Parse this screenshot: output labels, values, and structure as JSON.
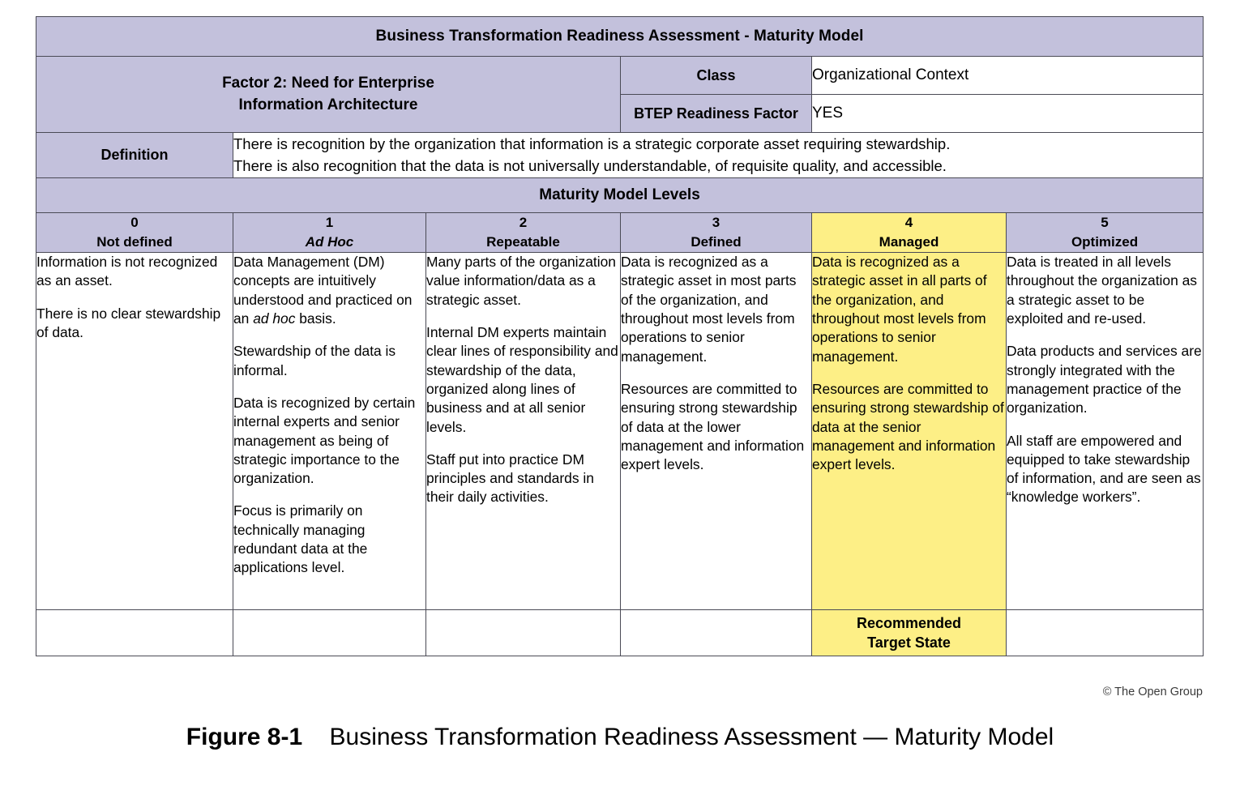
{
  "table": {
    "title": "Business Transformation Readiness Assessment - Maturity Model",
    "factor_title": "Factor 2: Need for Enterprise Information Architecture",
    "factor_title_line1": "Factor 2: Need for Enterprise",
    "factor_title_line2": "Information Architecture",
    "class_label": "Class",
    "class_value": "Organizational Context",
    "btep_label": "BTEP Readiness Factor",
    "btep_value": "YES",
    "definition_label": "Definition",
    "definition_line1": "There is recognition by the organization that information is a strategic corporate asset requiring stewardship.",
    "definition_line2": "There is also recognition that the data is not universally understandable, of requisite quality, and accessible.",
    "levels_banner": "Maturity Model Levels",
    "levels": [
      {
        "number": "0",
        "name": "Not defined",
        "italic": false,
        "highlighted": false
      },
      {
        "number": "1",
        "name": "Ad Hoc",
        "italic": true,
        "highlighted": false
      },
      {
        "number": "2",
        "name": "Repeatable",
        "italic": false,
        "highlighted": false
      },
      {
        "number": "3",
        "name": "Defined",
        "italic": false,
        "highlighted": false
      },
      {
        "number": "4",
        "name": "Managed",
        "italic": false,
        "highlighted": true
      },
      {
        "number": "5",
        "name": "Optimized",
        "italic": false,
        "highlighted": false
      }
    ],
    "descriptions": [
      {
        "level": "0",
        "highlighted": false,
        "paragraphs": [
          "Information is not recognized as an asset.",
          "There is no clear stewardship of data."
        ]
      },
      {
        "level": "1",
        "highlighted": false,
        "paragraphs": [
          "Data Management (DM) concepts are intuitively understood and practiced on an ad hoc basis.",
          "Stewardship of the data is informal.",
          "Data is recognized by certain internal experts and senior management as being of strategic importance to the organization.",
          "Focus is primarily on technically managing redundant data at the applications level."
        ]
      },
      {
        "level": "2",
        "highlighted": false,
        "paragraphs": [
          "Many parts of the organization value information/data as a strategic asset.",
          "Internal DM experts maintain clear lines of responsibility and stewardship of the data, organized along lines of business and at all senior levels.",
          "Staff put into practice DM principles and standards in their daily activities."
        ]
      },
      {
        "level": "3",
        "highlighted": false,
        "paragraphs": [
          "Data is recognized as a strategic asset in most parts of the organization, and throughout most levels from operations to senior management.",
          "Resources are committed to ensuring strong stewardship of data at the lower management and information expert levels."
        ]
      },
      {
        "level": "4",
        "highlighted": true,
        "paragraphs": [
          "Data is recognized as a strategic asset in all parts of the organization, and throughout most levels from operations to senior management.",
          "Resources are committed to ensuring strong stewardship of data at the senior management and information expert levels."
        ]
      },
      {
        "level": "5",
        "highlighted": false,
        "paragraphs": [
          "Data is treated in all levels throughout the organization as a strategic asset to be exploited and re-used.",
          "Data products and services are strongly integrated with the management practice of the organization.",
          "All staff are empowered and equipped to take stewardship of information, and are seen as “knowledge workers”."
        ]
      }
    ],
    "target_state_line1": "Recommended",
    "target_state_line2": "Target State",
    "target_state_column": "4"
  },
  "credit": "© The Open Group",
  "caption": {
    "figure_number": "Figure 8-1",
    "figure_title": "Business Transformation Readiness Assessment — Maturity Model"
  },
  "colors": {
    "header_lavender": "#c3c1dc",
    "highlight_yellow": "#fdef86",
    "border": "#4a4a55",
    "text": "#000000"
  }
}
